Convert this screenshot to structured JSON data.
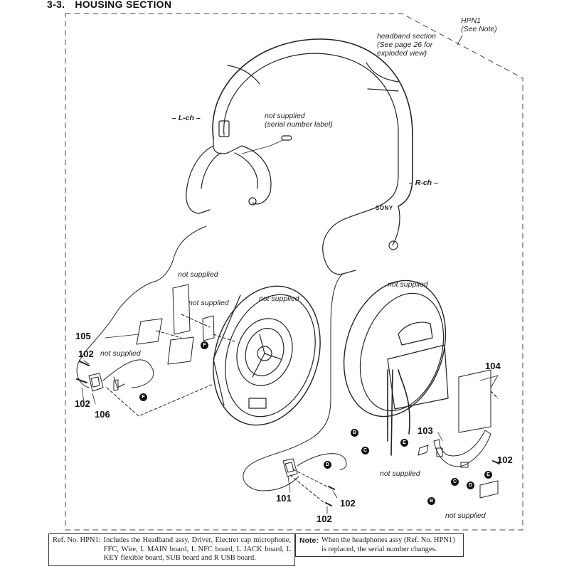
{
  "section": {
    "number": "3-3.",
    "title": "HOUSING SECTION"
  },
  "assembly_label": {
    "ref": "HPN1",
    "note": "(See Note)"
  },
  "headband_label": {
    "line1": "headband section",
    "line2": "(See page 26 for",
    "line3": "exploded view)"
  },
  "channels": {
    "left": "– L-ch –",
    "right": "– R-ch –"
  },
  "brand_mark": "SONY",
  "serial_label": {
    "line1": "not supplied",
    "line2": "(serial number label)"
  },
  "not_supplied": "not supplied",
  "ref_numbers": {
    "r101": "101",
    "r102": "102",
    "r103": "103",
    "r104": "104",
    "r105": "105",
    "r106": "106"
  },
  "connectors": [
    "B",
    "C",
    "D",
    "E",
    "F"
  ],
  "footnotes": {
    "ref_note": {
      "key": "Ref. No. HPN1:",
      "text": "Includes the Headband assy, Driver, Electret cap microphone, FFC, Wire, L MAIN board, L NFC board, L JACK board, L KEY flexible board, SUB board and R USB board."
    },
    "note": {
      "key": "Note:",
      "text": "When the headphones assy (Ref. No. HPN1) is replaced, the serial number changes."
    }
  }
}
